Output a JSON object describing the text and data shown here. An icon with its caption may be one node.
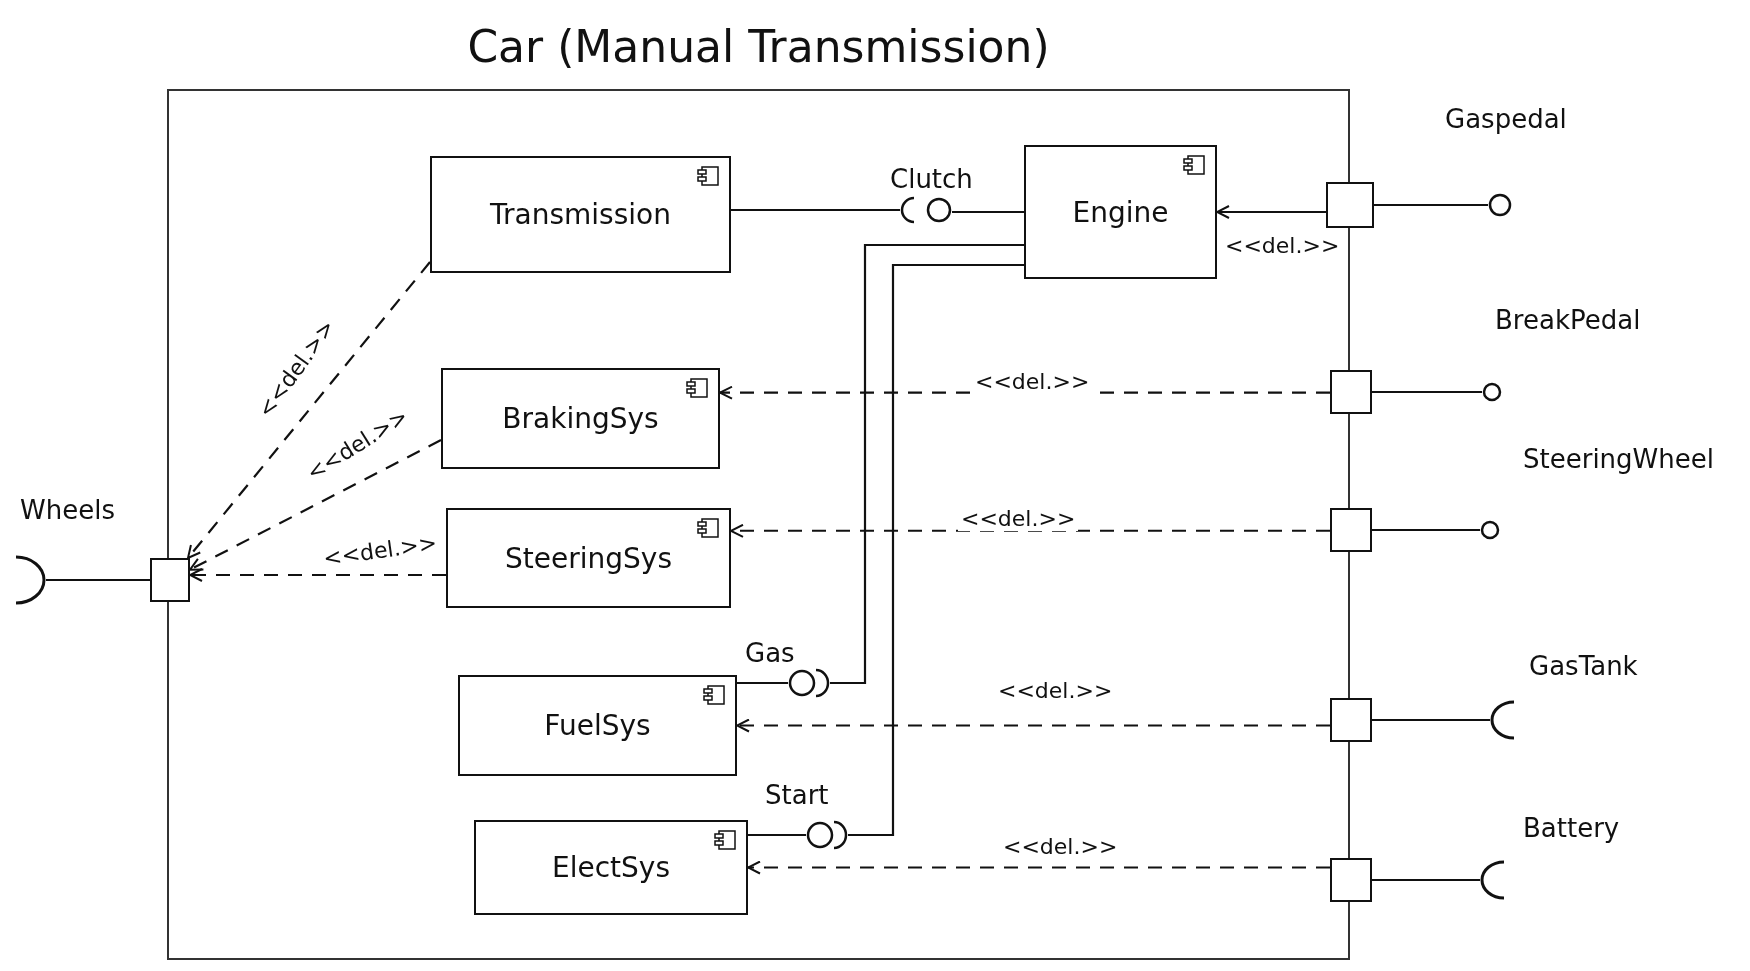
{
  "diagram": {
    "nodes": [
      {
        "text": [
          "Car (Manual Transmission)"
        ]
      },
      {
        "text": [
          "Transmission"
        ],
        "in": 0
      },
      {
        "text": [
          "BrakingSys"
        ],
        "in": 0
      },
      {
        "text": [
          "SteeringSys"
        ],
        "in": 0
      },
      {
        "text": [
          "FuelSys"
        ],
        "in": 0
      },
      {
        "text": [
          "ElectSys"
        ],
        "in": 0
      },
      {
        "text": [
          "Engine"
        ],
        "in": 0
      },
      {
        "text": [],
        "shape": "circle",
        "in": 0,
        "beside": [
          "Clutch"
        ]
      },
      {
        "text": [],
        "shape": "circle",
        "in": 0,
        "beside": [
          "Gas"
        ]
      },
      {
        "text": [],
        "shape": "circle",
        "in": 0,
        "beside": [
          "Start"
        ]
      },
      {
        "text": [],
        "shape": "box"
      },
      {
        "text": [],
        "shape": "box"
      },
      {
        "text": [],
        "shape": "box"
      },
      {
        "text": [],
        "shape": "box"
      },
      {
        "text": [],
        "shape": "box"
      },
      {
        "text": [],
        "shape": "box"
      },
      {
        "text": [],
        "shape": "arc",
        "beside": [
          "Wheels"
        ]
      },
      {
        "text": [],
        "shape": "circle",
        "beside": [
          "Gaspedal"
        ]
      },
      {
        "text": [],
        "shape": "circle",
        "beside": [
          "BreakPedal"
        ]
      },
      {
        "text": [],
        "shape": "circle",
        "beside": [
          "SteeringWheel"
        ]
      },
      {
        "text": [],
        "shape": "arc",
        "beside": [
          "GasTank"
        ]
      },
      {
        "text": [],
        "shape": "arc",
        "beside": [
          "Battery"
        ]
      }
    ],
    "edges": [
      {
        "from": 16,
        "to": 10,
        "arrow": "none"
      },
      {
        "from": 1,
        "to": 10,
        "arrow": "to",
        "style": "dashed",
        "label": "<<del.>>"
      },
      {
        "from": 2,
        "to": 10,
        "arrow": "to",
        "style": "dashed",
        "label": "<<del.>>"
      },
      {
        "from": 3,
        "to": 10,
        "arrow": "to",
        "style": "dashed",
        "label": "<<del.>>"
      },
      {
        "from": 1,
        "to": 7,
        "arrow": "none"
      },
      {
        "from": 7,
        "to": 6,
        "arrow": "none"
      },
      {
        "from": 11,
        "to": 6,
        "arrow": "to",
        "label": "<<del.>>"
      },
      {
        "from": 12,
        "to": 2,
        "arrow": "to",
        "style": "dashed",
        "label": "<<del.>>"
      },
      {
        "from": 13,
        "to": 3,
        "arrow": "to",
        "style": "dashed",
        "label": "<<del.>>"
      },
      {
        "from": 14,
        "to": 4,
        "arrow": "to",
        "style": "dashed",
        "label": "<<del.>>"
      },
      {
        "from": 15,
        "to": 5,
        "arrow": "to",
        "style": "dashed",
        "label": "<<del.>>"
      },
      {
        "from": 4,
        "to": 8,
        "arrow": "none"
      },
      {
        "from": 8,
        "to": 6,
        "arrow": "none"
      },
      {
        "from": 5,
        "to": 9,
        "arrow": "none"
      },
      {
        "from": 9,
        "to": 6,
        "arrow": "none"
      },
      {
        "from": 11,
        "to": 17,
        "arrow": "none"
      },
      {
        "from": 12,
        "to": 18,
        "arrow": "none"
      },
      {
        "from": 13,
        "to": 19,
        "arrow": "none"
      },
      {
        "from": 14,
        "to": 20,
        "arrow": "none"
      },
      {
        "from": 15,
        "to": 21,
        "arrow": "none"
      }
    ]
  }
}
